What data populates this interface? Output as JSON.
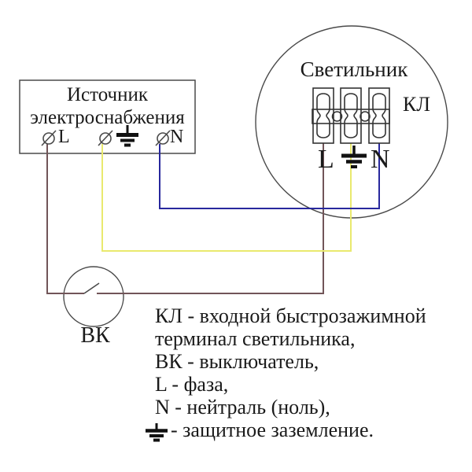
{
  "diagram": {
    "source_box": {
      "title": "Источник\nэлектроснабжения",
      "terminal_l": "L",
      "terminal_n": "N"
    },
    "fixture": {
      "title": "Светильник",
      "terminal_block_label": "КЛ",
      "terminal_l": "L",
      "terminal_n": "N"
    },
    "switch": {
      "label": "ВК"
    },
    "legend": {
      "lines": [
        "КЛ - входной быстрозажимной",
        "терминал светильника,",
        "ВК - выключатель,",
        "L - фаза,",
        "N - нейтраль (ноль),",
        "- защитное заземление."
      ]
    },
    "colors": {
      "phase_wire": "#715558",
      "ground_wire": "#e9e96e",
      "neutral_wire": "#28289d",
      "outline": "#4a4a4a",
      "symbol": "#111111",
      "text": "#1a1a1a"
    }
  }
}
